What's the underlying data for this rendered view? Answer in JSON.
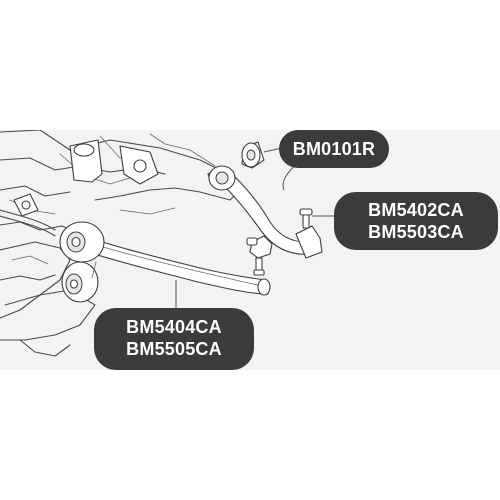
{
  "labels": {
    "bushing": "BM0101R",
    "upper_arm_line1": "BM5402CA",
    "upper_arm_line2": "BM5503CA",
    "lower_arm_line1": "BM5404CA",
    "lower_arm_line2": "BM5505CA"
  },
  "colors": {
    "label_background": "#3b3b3b",
    "label_text": "#ffffff",
    "line_art": "#4a4a4a",
    "panel_background": "#f3f3f3"
  }
}
